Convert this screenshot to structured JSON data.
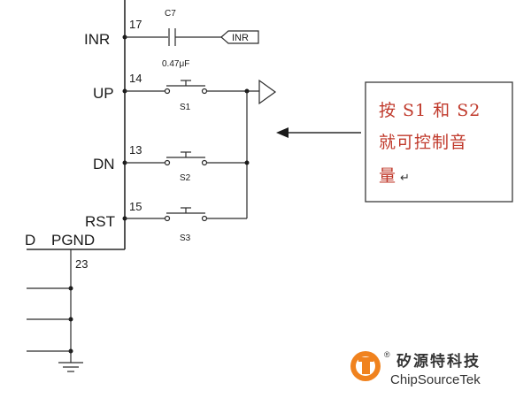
{
  "pins": {
    "inr": {
      "label": "INR",
      "number": "17"
    },
    "up": {
      "label": "UP",
      "number": "14"
    },
    "dn": {
      "label": "DN",
      "number": "13"
    },
    "rst": {
      "label": "RST",
      "number": "15"
    },
    "pgnd": {
      "label": "PGND",
      "number": "23",
      "prefix": "D"
    }
  },
  "capacitor": {
    "ref": "C7",
    "value": "0.47μF"
  },
  "net_port": {
    "label": "INR"
  },
  "switches": {
    "s1": "S1",
    "s2": "S2",
    "s3": "S3"
  },
  "annotation": {
    "line1": "按 S1 和 S2",
    "line2": "就可控制音",
    "line3": "量",
    "return_mark": "↵",
    "text_color": "#c0392b"
  },
  "logo": {
    "name_cn": "矽源特科技",
    "name_en": "ChipSourceTek",
    "registered": "®",
    "accent": "#f0821e"
  }
}
